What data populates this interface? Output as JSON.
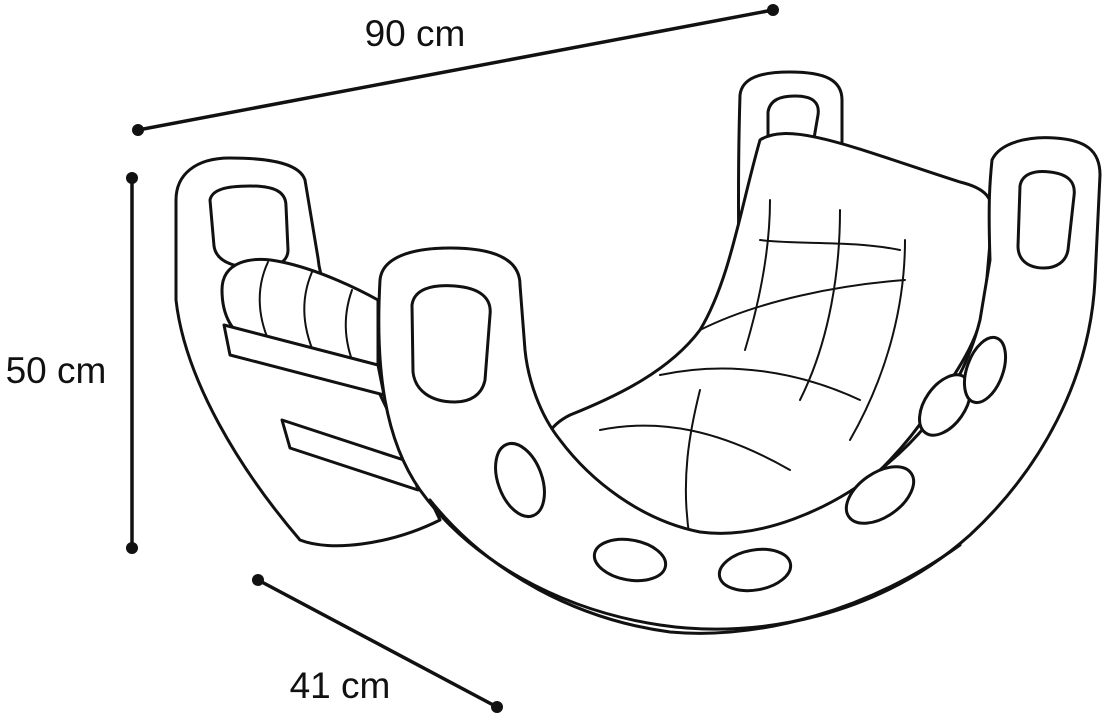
{
  "dimensions": {
    "width": "90 cm",
    "height": "50 cm",
    "depth": "41 cm"
  },
  "colors": {
    "ink": "#111111",
    "background": "#ffffff"
  }
}
